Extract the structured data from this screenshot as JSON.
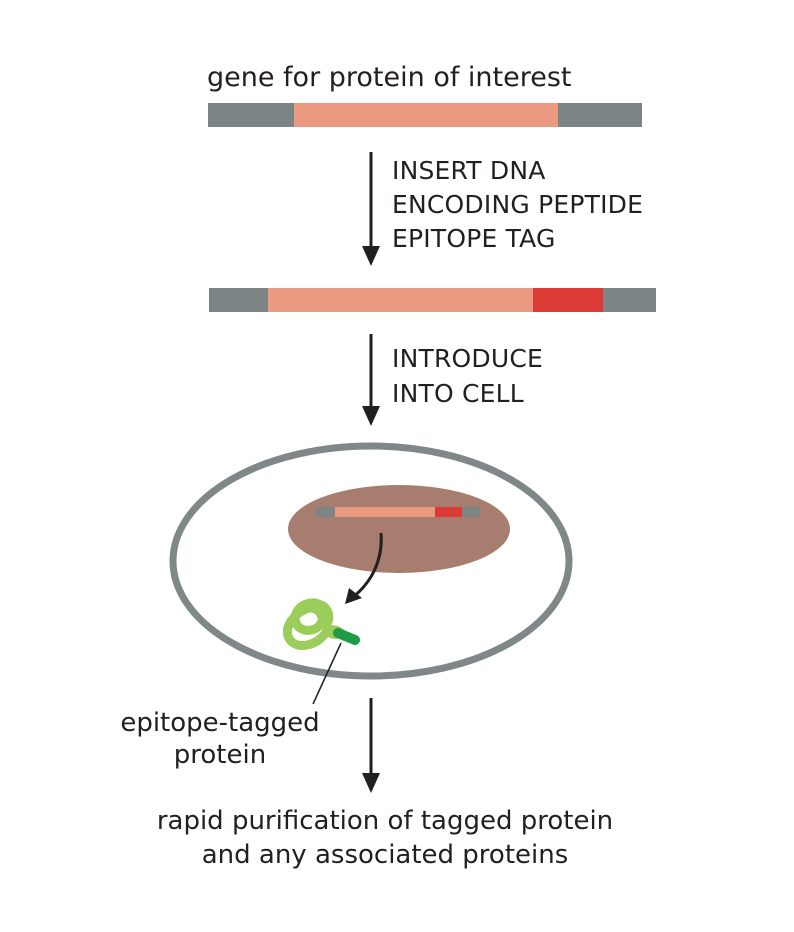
{
  "gene_title": "gene for protein of interest",
  "step1": {
    "lines": [
      "INSERT DNA",
      "ENCODING PEPTIDE",
      "EPITOPE TAG"
    ]
  },
  "step2": {
    "lines": [
      "INTRODUCE",
      "INTO CELL"
    ]
  },
  "protein_caption": {
    "lines": [
      "epitope-tagged",
      "protein"
    ]
  },
  "result": {
    "lines": [
      "rapid purification of tagged protein",
      "and any associated proteins"
    ]
  },
  "colors": {
    "flank_gray": "#7d8486",
    "gene_salmon": "#ea9a80",
    "tag_red": "#dc3a35",
    "cell_membrane": "#7f8788",
    "nucleus": "#a77d70",
    "protein_light_green": "#9acd5a",
    "protein_dark_green": "#1f9a46",
    "arrow": "#231f20"
  }
}
